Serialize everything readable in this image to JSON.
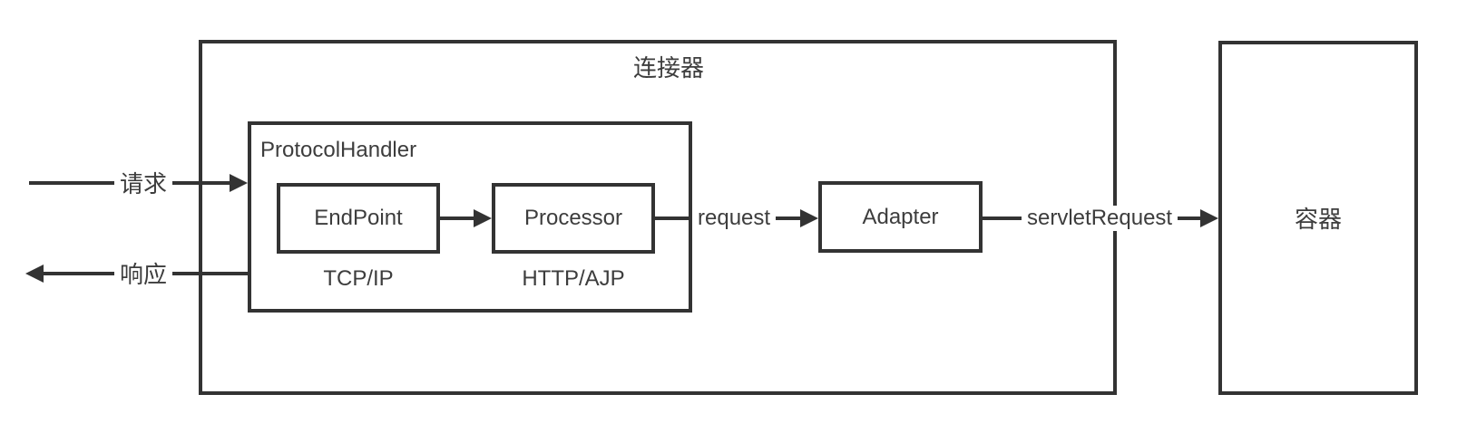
{
  "colors": {
    "background": "#ffffff",
    "line": "#333333",
    "text": "#3d3d3d"
  },
  "connector": {
    "label": "连接器"
  },
  "protocol_handler": {
    "label": "ProtocolHandler",
    "endpoint": {
      "label": "EndPoint",
      "protocol": "TCP/IP"
    },
    "processor": {
      "label": "Processor",
      "protocol": "HTTP/AJP"
    }
  },
  "adapter": {
    "label": "Adapter"
  },
  "container": {
    "label": "容器"
  },
  "flows": {
    "request_in": "请求",
    "response_out": "响应",
    "internal_request": "request",
    "servlet_request": "servletRequest"
  }
}
